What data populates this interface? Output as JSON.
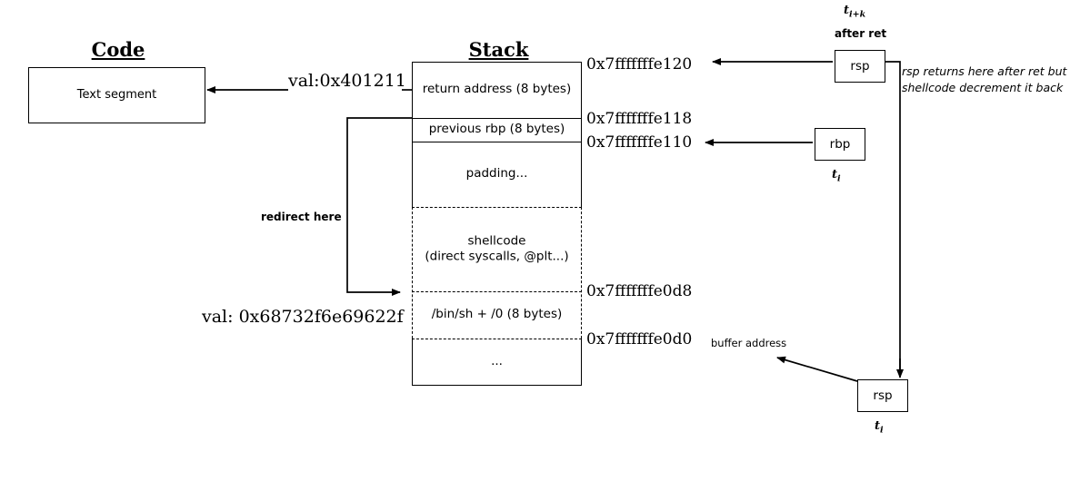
{
  "diagram": {
    "title_code": "Code",
    "title_stack": "Stack",
    "code_box_label": "Text segment",
    "stack_rows": [
      {
        "label": "return address (8 bytes)"
      },
      {
        "label": "previous rbp (8 bytes)"
      },
      {
        "label": "padding..."
      },
      {
        "label": "shellcode\n(direct syscalls, @plt...)"
      },
      {
        "label": "/bin/sh + /0 (8 bytes)"
      },
      {
        "label": "..."
      }
    ],
    "addresses": [
      {
        "text": "0x7fffffffe120"
      },
      {
        "text": "0x7fffffffe118"
      },
      {
        "text": "0x7fffffffe110"
      },
      {
        "text": "0x7fffffffe0d8"
      },
      {
        "text": "0x7fffffffe0d0"
      }
    ],
    "buffer_address_note": "buffer address",
    "ret_val_label": "val:0x401211",
    "shell_val_label": "val: 0x68732f6e69622f",
    "redirect_label": "redirect here",
    "after_ret_label": "after ret",
    "rsp_note": "rsp returns here after ret but\nshellcode decrement it back",
    "registers": [
      {
        "name": "rsp",
        "time": "tᵢ₊ₖ"
      },
      {
        "name": "rbp",
        "time": "tᵢ"
      },
      {
        "name": "rsp",
        "time": "tᵢ"
      }
    ],
    "t_top": "t",
    "t_top_sub": "i+k",
    "t_mid": "t",
    "t_mid_sub": "i",
    "t_bot": "t",
    "t_bot_sub": "i",
    "colors": {
      "stroke": "#000000",
      "background": "#ffffff"
    }
  }
}
